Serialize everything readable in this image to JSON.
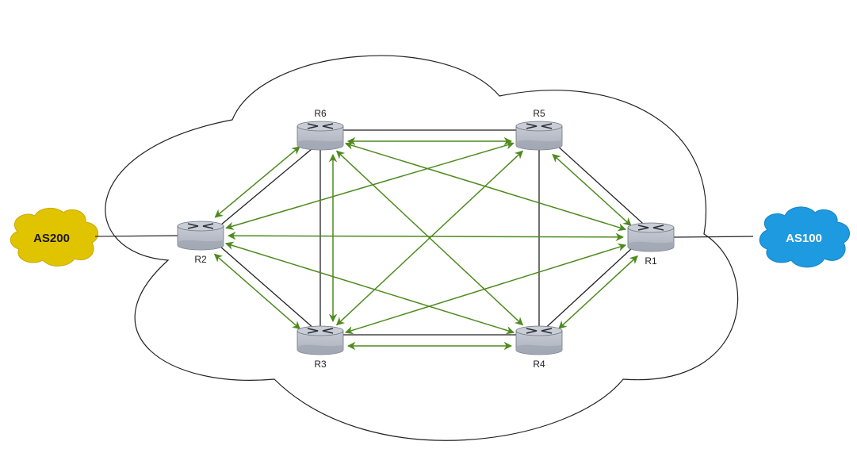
{
  "diagram": {
    "title": "iBGP full mesh between routers R1–R6 with external AS100 and AS200",
    "colors": {
      "background": "#ffffff",
      "cloud_outline": "#222222",
      "physical_link": "#222222",
      "session_arrow": "#4e8a1e",
      "router_body": "#bcc1cc",
      "router_top": "#c9cdd6",
      "router_shadow": "#9ea4b0",
      "as200_fill": "#e1c400",
      "as200_text": "#1a1a1a",
      "as100_fill": "#1e9ae0",
      "as100_text": "#ffffff"
    },
    "routers": [
      {
        "id": "R1",
        "label": "R1"
      },
      {
        "id": "R2",
        "label": "R2"
      },
      {
        "id": "R3",
        "label": "R3"
      },
      {
        "id": "R4",
        "label": "R4"
      },
      {
        "id": "R5",
        "label": "R5"
      },
      {
        "id": "R6",
        "label": "R6"
      }
    ],
    "external_as": [
      {
        "id": "AS200",
        "label": "AS200",
        "connects_to": "R2"
      },
      {
        "id": "AS100",
        "label": "AS100",
        "connects_to": "R1"
      }
    ],
    "physical_links": [
      [
        "R6",
        "R5"
      ],
      [
        "R6",
        "R2"
      ],
      [
        "R6",
        "R3"
      ],
      [
        "R5",
        "R1"
      ],
      [
        "R5",
        "R4"
      ],
      [
        "R2",
        "R3"
      ],
      [
        "R3",
        "R4"
      ],
      [
        "R4",
        "R1"
      ]
    ],
    "sessions": [
      [
        "R6",
        "R5"
      ],
      [
        "R6",
        "R2"
      ],
      [
        "R6",
        "R3"
      ],
      [
        "R6",
        "R1"
      ],
      [
        "R6",
        "R4"
      ],
      [
        "R5",
        "R2"
      ],
      [
        "R5",
        "R1"
      ],
      [
        "R5",
        "R3"
      ],
      [
        "R2",
        "R1"
      ],
      [
        "R2",
        "R3"
      ],
      [
        "R2",
        "R4"
      ],
      [
        "R3",
        "R4"
      ],
      [
        "R3",
        "R1"
      ],
      [
        "R4",
        "R1"
      ]
    ],
    "session_type": "bidirectional"
  }
}
